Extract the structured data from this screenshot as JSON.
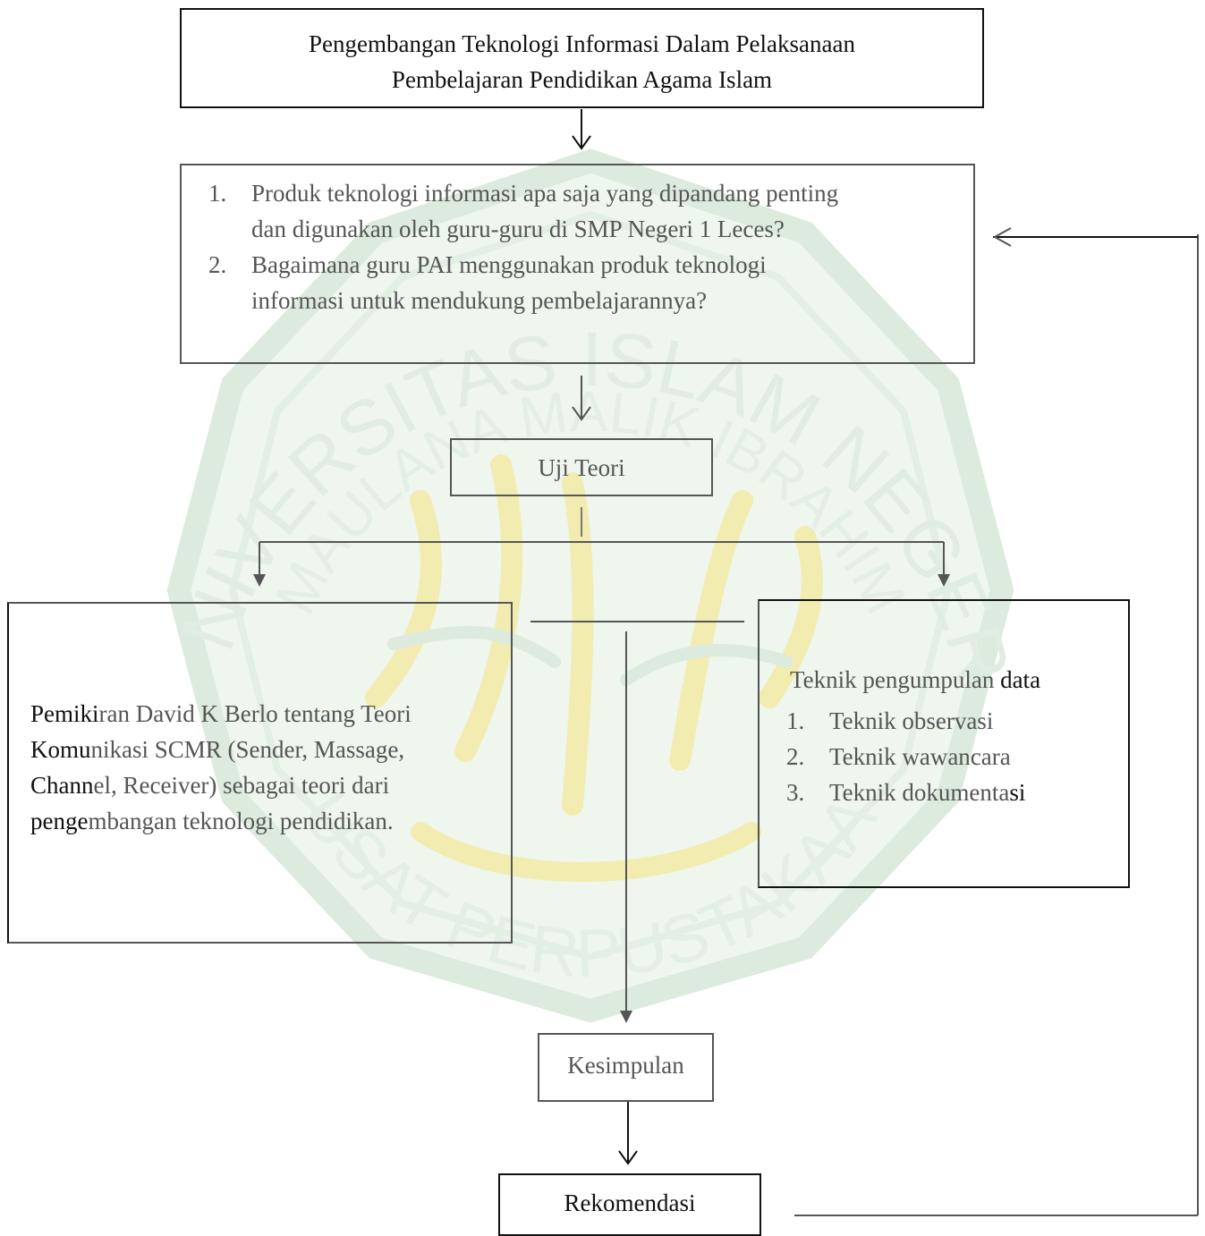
{
  "title_box": {
    "line1": "Pengembangan Teknologi Informasi Dalam Pelaksanaan",
    "line2": "Pembelajaran Pendidikan Agama Islam"
  },
  "questions": [
    {
      "num": "1.",
      "line1": "Produk teknologi informasi apa saja yang dipandang penting",
      "line2": "dan digunakan oleh guru-guru di SMP Negeri 1 Leces?"
    },
    {
      "num": "2.",
      "line1": "Bagaimana guru PAI menggunakan produk teknologi",
      "line2": "informasi untuk mendukung pembelajarannya?"
    }
  ],
  "uji_teori": "Uji Teori",
  "theory_box": {
    "l1a": "Pemiki",
    "l1b": "ran David K Berlo tentang Teori",
    "l2a": "Komu",
    "l2b": "nikasi SCMR (Sender, Massage,",
    "l3a": "Chann",
    "l3b": "el, Receiver) sebagai teori dari",
    "l4a": "penge",
    "l4b": "mbangan teknologi pendidikan."
  },
  "technique_box": {
    "title_a": "Teknik pengumpulan ",
    "title_b": "data",
    "items": [
      {
        "num": "1.",
        "text": "Teknik observasi"
      },
      {
        "num": "2.",
        "text": "Teknik wawancara"
      },
      {
        "num": "3.",
        "text_a": "Teknik dokumenta",
        "text_b": "si"
      }
    ]
  },
  "kesimpulan": "Kesimpulan",
  "rekomendasi": "Rekomendasi",
  "watermark": {
    "arc_top": "UNIVERSITAS ISLAM NEGERI",
    "arc_mid": "MAULANA MALIK IBRAHIM",
    "arc_bottom": "PUSAT PERPUSTAKAAN"
  },
  "colors": {
    "watermark_green": "#dcebdd",
    "watermark_yellow": "#f6f0b8",
    "line_dark": "#111111",
    "line_gray": "#555555"
  }
}
